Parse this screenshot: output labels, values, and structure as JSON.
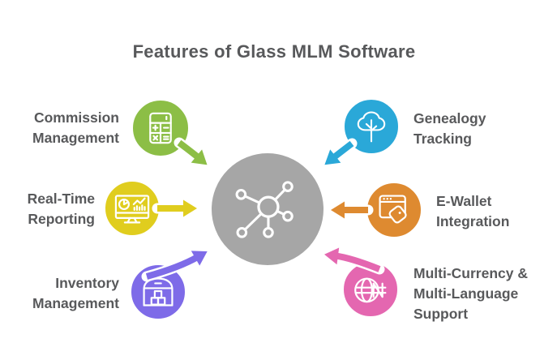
{
  "title": "Features of Glass MLM Software",
  "colors": {
    "background": "#FFFFFF",
    "title_text": "#58595B",
    "label_text": "#58595B",
    "center_circle": "#A6A6A6",
    "icon_stroke": "#FFFFFF",
    "watermark_cover": "#FFFFFF"
  },
  "center": {
    "icon": "network-hub-icon"
  },
  "features": [
    {
      "key": "commission",
      "label_lines": [
        "Commission",
        "Management"
      ],
      "color": "#8CBE46",
      "icon": "calculator-icon",
      "side": "left"
    },
    {
      "key": "realtime",
      "label_lines": [
        "Real-Time",
        "Reporting"
      ],
      "color": "#E0CD1E",
      "icon": "monitor-chart-icon",
      "side": "left"
    },
    {
      "key": "inventory",
      "label_lines": [
        "Inventory",
        "Management"
      ],
      "color": "#7E6BE8",
      "icon": "warehouse-icon",
      "side": "left"
    },
    {
      "key": "genealogy",
      "label_lines": [
        "Genealogy",
        "Tracking"
      ],
      "color": "#2AA8D8",
      "icon": "tree-icon",
      "side": "right"
    },
    {
      "key": "ewallet",
      "label_lines": [
        "E-Wallet",
        "Integration"
      ],
      "color": "#DE8A30",
      "icon": "browser-wallet-icon",
      "side": "right"
    },
    {
      "key": "multicurrency",
      "label_lines": [
        "Multi-Currency &",
        "Multi-Language",
        "Support"
      ],
      "color": "#E467B0",
      "icon": "globe-currency-icon",
      "side": "right"
    }
  ]
}
